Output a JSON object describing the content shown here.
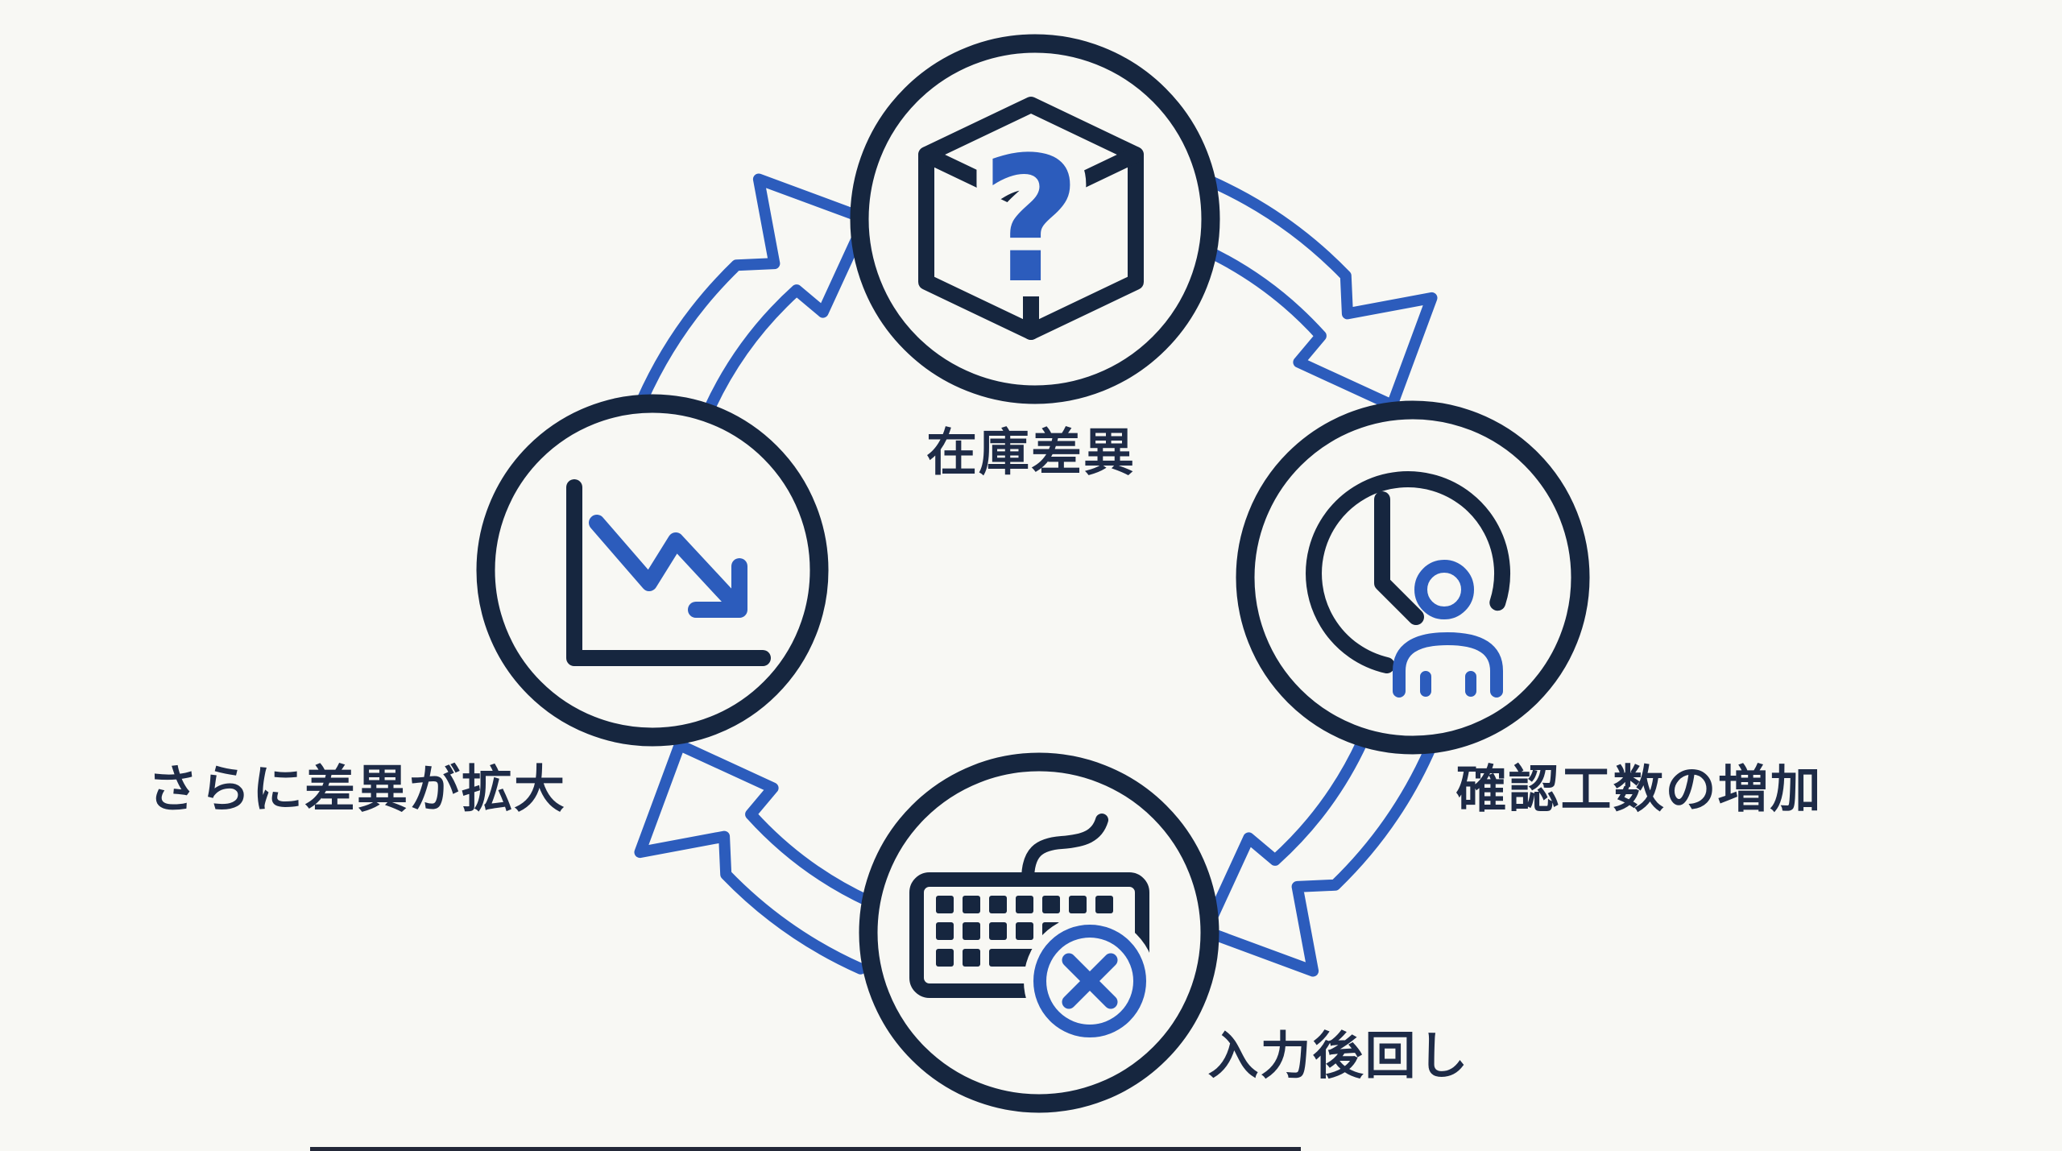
{
  "page": {
    "background": "#f8f8f4",
    "type": "vicious-cycle-diagram",
    "direction": "clockwise"
  },
  "palette": {
    "navy": "#16263f",
    "blue": "#2c5cbc",
    "label_color": "#1e2b47",
    "bottom_line": "#232838"
  },
  "cycle": {
    "nodes": [
      {
        "position": "top",
        "label": "在庫差異",
        "icon": "mystery-box-icon",
        "glyph": "?"
      },
      {
        "position": "right",
        "label": "確認工数の増加",
        "icon": "clock-person-icon"
      },
      {
        "position": "bottom",
        "label": "入力後回し",
        "icon": "keyboard-error-icon"
      },
      {
        "position": "left",
        "label": "さらに差異が拡大",
        "icon": "declining-chart-icon"
      }
    ],
    "arrows": [
      {
        "from": "top",
        "to": "right"
      },
      {
        "from": "right",
        "to": "bottom"
      },
      {
        "from": "bottom",
        "to": "left"
      },
      {
        "from": "left",
        "to": "top"
      }
    ]
  }
}
